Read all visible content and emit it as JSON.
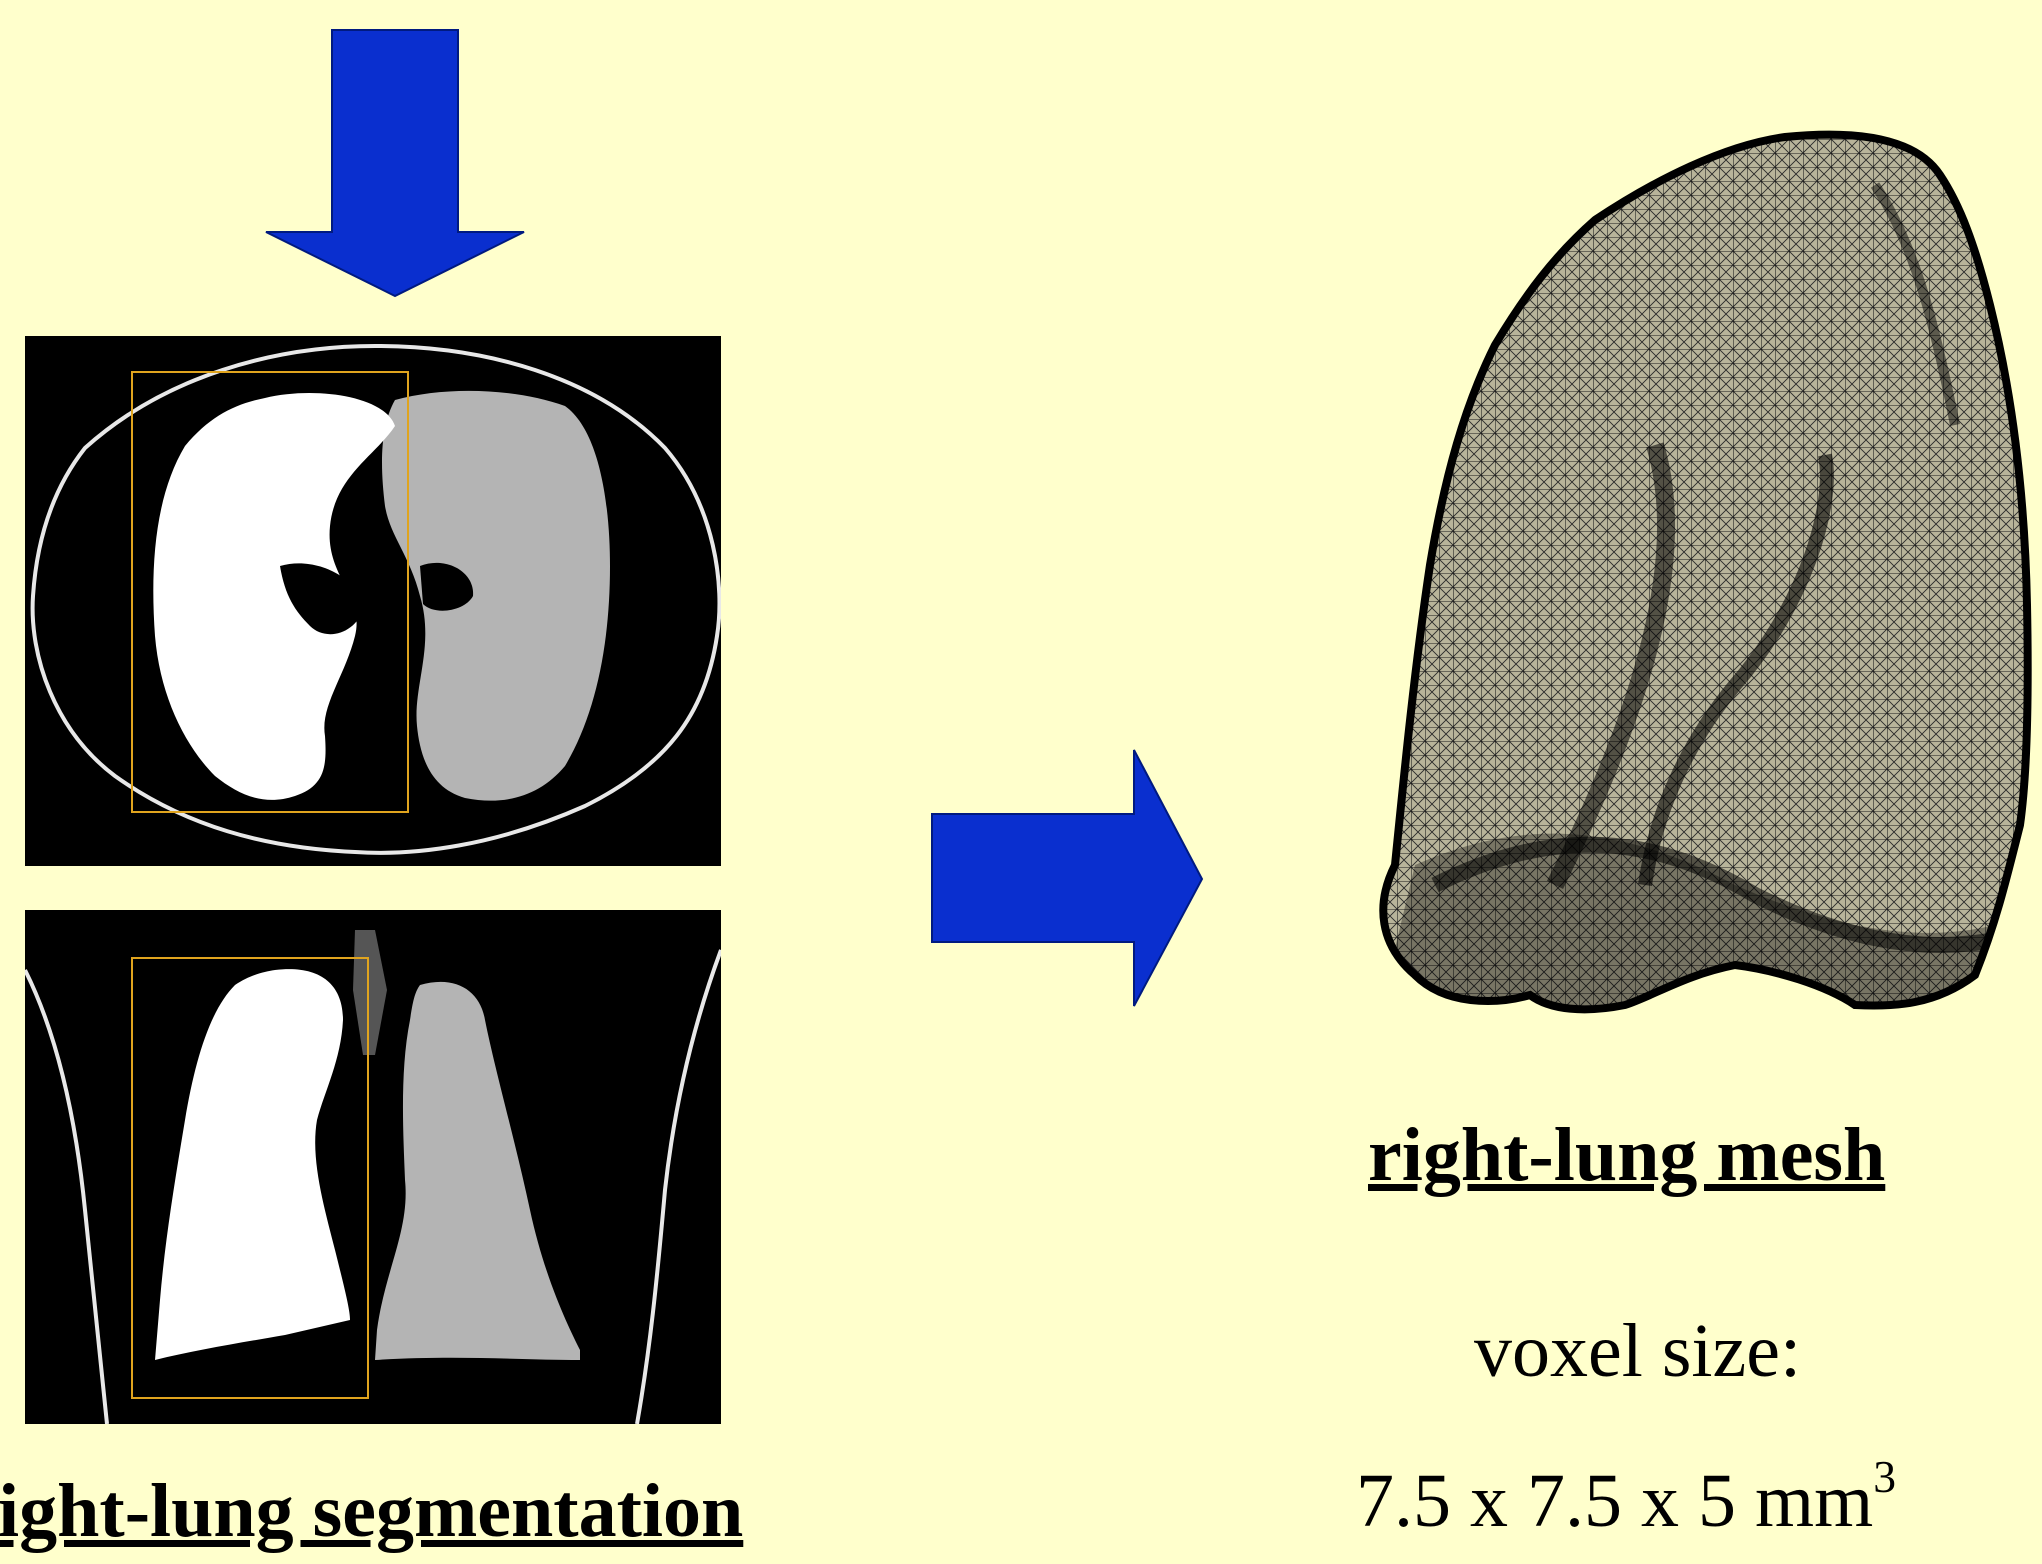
{
  "colors": {
    "background": "#FFFFCC",
    "arrow_fill": "#0A2FCF",
    "arrow_stroke": "#001A80",
    "box_outline": "#E0A41E",
    "lung_right_highlight": "#FFFFFF",
    "lung_left": "#B4B4B4",
    "panel_bg": "#000000"
  },
  "icons": {
    "down_arrow": "down-arrow-icon",
    "right_arrow": "right-arrow-icon"
  },
  "segmentation": {
    "caption": "ight-lung segmentation"
  },
  "mesh": {
    "caption": "right-lung mesh",
    "voxel_label": "voxel size:",
    "voxel_value": "7.5 x 7.5 x 5 mm",
    "voxel_exponent": "3"
  }
}
